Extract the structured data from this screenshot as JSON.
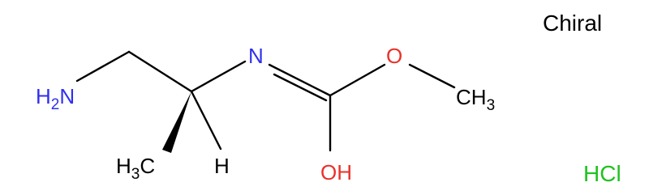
{
  "colors": {
    "bond": "#000000",
    "nitrogen": "#2F2FF0",
    "oxygen": "#E8312A",
    "chlorine": "#1FC21F",
    "carbon": "#000000"
  },
  "labels": {
    "chiral": "Chiral",
    "salt": "HCl"
  },
  "atoms": {
    "amine_n": "N",
    "amine_h": "H",
    "amine_h_count": "2",
    "imine_n": "N",
    "ester_o": "O",
    "methyl_c": "CH",
    "methyl_count": "3",
    "hydroxyl": "OH",
    "branch_methyl_h": "H",
    "branch_methyl_count": "3",
    "branch_methyl_c": "C",
    "stereo_h": "H"
  }
}
